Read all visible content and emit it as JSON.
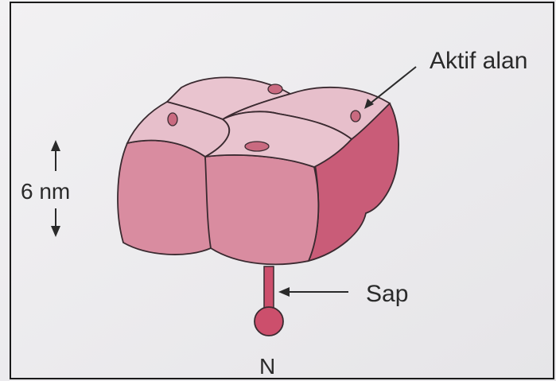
{
  "labels": {
    "active_site": "Aktif alan",
    "stalk": "Sap",
    "terminus": "N",
    "height": "6 nm"
  },
  "colors": {
    "photo_background": "#eeeeef",
    "frame_border": "#1a1a1a",
    "protein_top": "#e7bfcb",
    "protein_front": "#d98ca0",
    "protein_side": "#c95c78",
    "active_site_spot": "#c96a80",
    "outline": "#3a2a30"
  }
}
